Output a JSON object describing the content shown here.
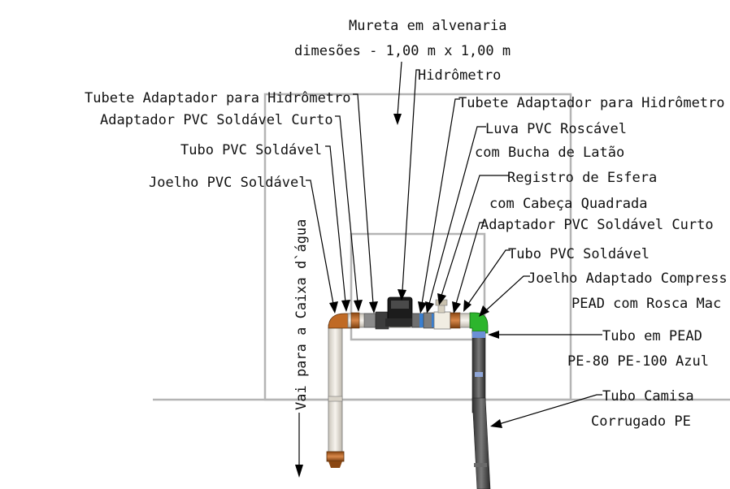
{
  "labels": {
    "mureta_line1": "Mureta em alvenaria",
    "mureta_line2": "dimesões - 1,00 m x 1,00 m",
    "hidrometro": "Hidrômetro",
    "tubete_left": "Tubete Adaptador para Hidrômetro",
    "adaptador_left": "Adaptador PVC Soldável Curto",
    "tubo_pvc_left": "Tubo PVC Soldável",
    "joelho_left": "Joelho PVC Soldável",
    "tubete_right": "Tubete Adaptador para Hidrômetro",
    "luva_line1": "Luva PVC Roscável",
    "luva_line2": "com Bucha de Latão",
    "registro_line1": "Registro de Esfera",
    "registro_line2": "com Cabeça Quadrada",
    "adaptador_right": "Adaptador PVC Soldável Curto",
    "tubo_pvc_right": "Tubo PVC Soldável",
    "joelho_adaptado_line1": "Joelho Adaptado Compress",
    "joelho_adaptado_line2": "PEAD com Rosca Mac",
    "tubo_pead_line1": "Tubo em PEAD",
    "tubo_pead_line2": "PE-80 PE-100 Azul",
    "tubo_camisa_line1": "Tubo Camisa",
    "tubo_camisa_line2": "Corrugado PE",
    "vai_para": "Vai para a Caixa d`água"
  },
  "colors": {
    "frame": "#b4b4b4",
    "copper_fitting": "#b5651d",
    "green_elbow": "#2db52d",
    "blue_ring": "#3a7fd0",
    "pvc_pipe": "#ece8e0",
    "pead_pipe": "#555555",
    "meter": "#1a1a1a"
  }
}
